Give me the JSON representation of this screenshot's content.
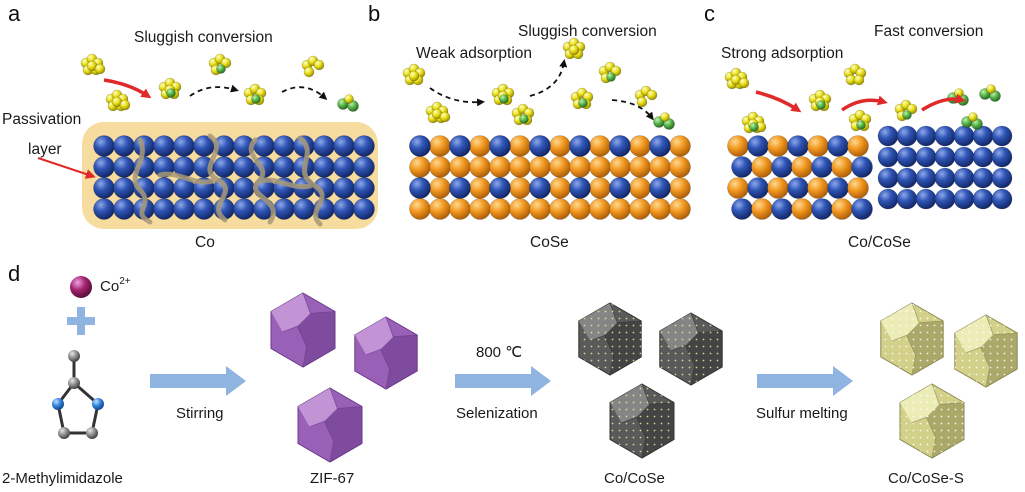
{
  "panels": {
    "a": {
      "letter": "a",
      "top_text": "Sluggish conversion",
      "side_text_1": "Passivation",
      "side_text_2": "layer",
      "caption": "Co"
    },
    "b": {
      "letter": "b",
      "top_text": "Sluggish conversion",
      "adsorption_text": "Weak adsorption",
      "caption": "CoSe"
    },
    "c": {
      "letter": "c",
      "top_text": "Fast conversion",
      "adsorption_text": "Strong adsorption",
      "caption": "Co/CoSe"
    },
    "d": {
      "letter": "d",
      "ion_label": "Co",
      "ion_charge": "2+",
      "ligand_label": "2-Methylimidazole",
      "step1": "Stirring",
      "product1": "ZIF-67",
      "step2_temp": "800 ℃",
      "step2": "Selenization",
      "product2": "Co/CoSe",
      "step3": "Sulfur melting",
      "product3": "Co/CoSe-S"
    }
  },
  "colors": {
    "co_blue": "#2b4ea8",
    "cose_orange": "#f0961e",
    "sulfur_yellow": "#f2e41e",
    "li_green": "#58b84a",
    "passivation": "#f7dca0",
    "arrow_red": "#e02a2a",
    "arrow_blue": "#8fb4df",
    "zif_purple": "#9960b8",
    "cose_gray": "#5a5a5a",
    "cose_s_olive": "#d2d089"
  }
}
